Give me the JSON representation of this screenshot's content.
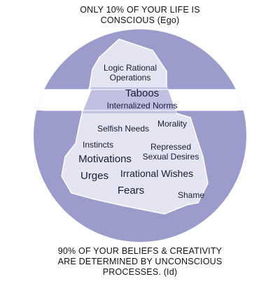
{
  "top_caption": {
    "line1": "ONLY 10% OF YOUR LIFE IS",
    "line2": "CONSCIOUS (Ego)"
  },
  "bottom_caption": {
    "line1": "90% OF YOUR BELIEFS & CREATIVITY",
    "line2": "ARE DETERMINED BY UNCONSCIOUS",
    "line3": "PROCESSES. (Id)"
  },
  "labels": {
    "logic_line1": "Logic Rational",
    "logic_line2": "Operations",
    "taboos": "Taboos",
    "internalized_norms": "Internalized Norms",
    "selfish_needs": "Selfish Needs",
    "morality": "Morality",
    "instincts": "Instincts",
    "repressed_line1": "Repressed",
    "repressed_line2": "Sexual Desires",
    "motivations": "Motivations",
    "urges": "Urges",
    "irrational_wishes": "Irrational Wishes",
    "fears": "Fears",
    "shame": "Shame"
  },
  "colors": {
    "water": "#9c9ccc",
    "ice": "#e4e4f2",
    "band": "#c0c0e2",
    "outline": "#ffffff"
  }
}
